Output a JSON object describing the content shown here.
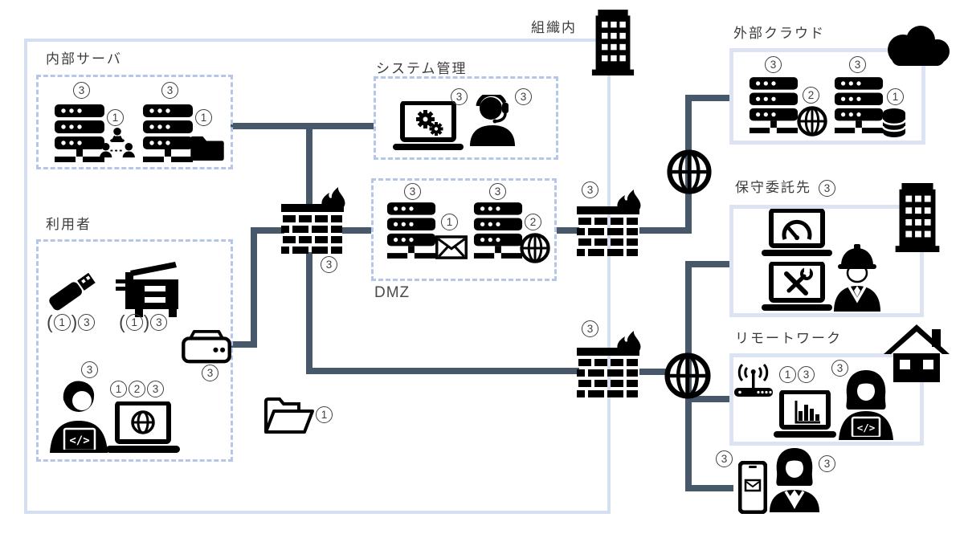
{
  "colors": {
    "connector": "#47586b",
    "boundary_border": "#d6def1",
    "dashed_border": "#b5c6e8",
    "solid_border": "#dce4f3",
    "icon": "#000000",
    "text": "#3c3c3c"
  },
  "zones": {
    "organization": {
      "label": "組織内"
    },
    "internal_server": {
      "label": "内部サーバ"
    },
    "system_admin": {
      "label": "システム管理"
    },
    "dmz": {
      "label": "DMZ"
    },
    "users": {
      "label": "利用者"
    },
    "external_cloud": {
      "label": "外部クラウド"
    },
    "maintenance": {
      "label": "保守委託先",
      "marker": "③"
    },
    "remote_work": {
      "label": "リモートワーク"
    }
  },
  "markers": {
    "internal_server_1_top": "③",
    "internal_server_1_side": "①",
    "internal_server_2_top": "③",
    "internal_server_2_side": "①",
    "admin_laptop": "③",
    "support_operator": "③",
    "firewall_center": "③",
    "firewall_upper": "③",
    "firewall_lower": "③",
    "dmz_mail_server_top": "③",
    "dmz_mail_server_side": "①",
    "dmz_web_server_top": "③",
    "dmz_web_server_side": "②",
    "usb_memory": "(①)③",
    "copier": "(①)③",
    "lan_hub": "③",
    "user_person": "③",
    "user_laptop": "①②③",
    "shared_folder": "①",
    "cloud_web_server_top": "③",
    "cloud_web_server_side": "②",
    "cloud_db_server_top": "③",
    "cloud_db_server_side": "①",
    "remote_laptop": "① ③",
    "remote_worker": "③",
    "mobile_phone": "③",
    "business_woman": "③"
  }
}
